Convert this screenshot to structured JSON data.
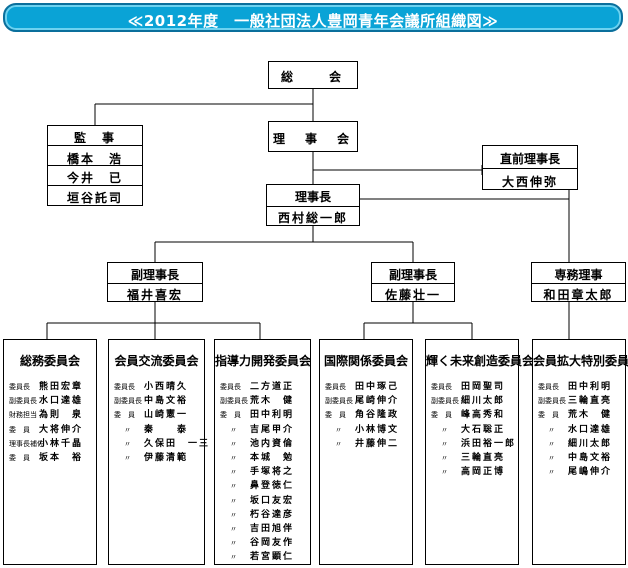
{
  "title": "≪2012年度　一般社団法人豊岡青年会議所組織図≫",
  "soukai": "総　　会",
  "kanji": {
    "label": "監　事",
    "members": [
      "橋本　浩",
      "今井　已",
      "垣谷託司"
    ]
  },
  "rijikai": "理　事　会",
  "chokuzen": {
    "label": "直前理事長",
    "name": "大西伸弥"
  },
  "rijicho": {
    "label": "理事長",
    "name": "西村総一郎"
  },
  "fuku1": {
    "label": "副理事長",
    "name": "福井喜宏"
  },
  "fuku2": {
    "label": "副理事長",
    "name": "佐藤壮一"
  },
  "senmu": {
    "label": "専務理事",
    "name": "和田章太郎"
  },
  "committees": [
    {
      "name": "総務委員会",
      "members": [
        {
          "role": "委員長",
          "name": "熊田宏章"
        },
        {
          "role": "副委員長",
          "name": "水口達雄"
        },
        {
          "role": "財務担当",
          "name": "為則　泉"
        },
        {
          "role": "委　員",
          "name": "大将伸介"
        },
        {
          "role": "理事長補佐",
          "name": "小林千晶"
        },
        {
          "role": "委　員",
          "name": "坂本　裕"
        }
      ]
    },
    {
      "name": "会員交流委員会",
      "members": [
        {
          "role": "委員長",
          "name": "小西晴久"
        },
        {
          "role": "副委員長",
          "name": "中島文裕"
        },
        {
          "role": "委　員",
          "name": "山崎憲一"
        },
        {
          "role": "〃",
          "name": "秦　　泰"
        },
        {
          "role": "〃",
          "name": "久保田　一三"
        },
        {
          "role": "〃",
          "name": "伊藤清範"
        }
      ]
    },
    {
      "name": "指導力開発委員会",
      "members": [
        {
          "role": "委員長",
          "name": "二方道正"
        },
        {
          "role": "副委員長",
          "name": "荒木　健"
        },
        {
          "role": "委　員",
          "name": "田中利明"
        },
        {
          "role": "〃",
          "name": "吉尾甲介"
        },
        {
          "role": "〃",
          "name": "池内資倫"
        },
        {
          "role": "〃",
          "name": "本城　勉"
        },
        {
          "role": "〃",
          "name": "手塚将之"
        },
        {
          "role": "〃",
          "name": "鼻登徳仁"
        },
        {
          "role": "〃",
          "name": "坂口友宏"
        },
        {
          "role": "〃",
          "name": "朽谷達彦"
        },
        {
          "role": "〃",
          "name": "吉田旭伴"
        },
        {
          "role": "〃",
          "name": "谷岡友作"
        },
        {
          "role": "〃",
          "name": "若宮顕仁"
        }
      ]
    },
    {
      "name": "国際関係委員会",
      "members": [
        {
          "role": "委員長",
          "name": "田中琢己"
        },
        {
          "role": "副委員長",
          "name": "尾崎伸介"
        },
        {
          "role": "委　員",
          "name": "角谷隆政"
        },
        {
          "role": "〃",
          "name": "小林博文"
        },
        {
          "role": "〃",
          "name": "井藤伸二"
        }
      ]
    },
    {
      "name": "輝く未来創造委員会",
      "members": [
        {
          "role": "委員長",
          "name": "田岡聖司"
        },
        {
          "role": "副委員長",
          "name": "細川太郎"
        },
        {
          "role": "委　員",
          "name": "峰高秀和"
        },
        {
          "role": "〃",
          "name": "大石聡正"
        },
        {
          "role": "〃",
          "name": "浜田裕一郎"
        },
        {
          "role": "〃",
          "name": "三輪直亮"
        },
        {
          "role": "〃",
          "name": "高岡正博"
        }
      ]
    },
    {
      "name": "会員拡大特別委員会",
      "members": [
        {
          "role": "委員長",
          "name": "田中利明"
        },
        {
          "role": "副委員長",
          "name": "三輪直亮"
        },
        {
          "role": "委　員",
          "name": "荒木　健"
        },
        {
          "role": "〃",
          "name": "水口達雄"
        },
        {
          "role": "〃",
          "name": "細川太郎"
        },
        {
          "role": "〃",
          "name": "中島文裕"
        },
        {
          "role": "〃",
          "name": "尾嶋伸介"
        }
      ]
    }
  ]
}
